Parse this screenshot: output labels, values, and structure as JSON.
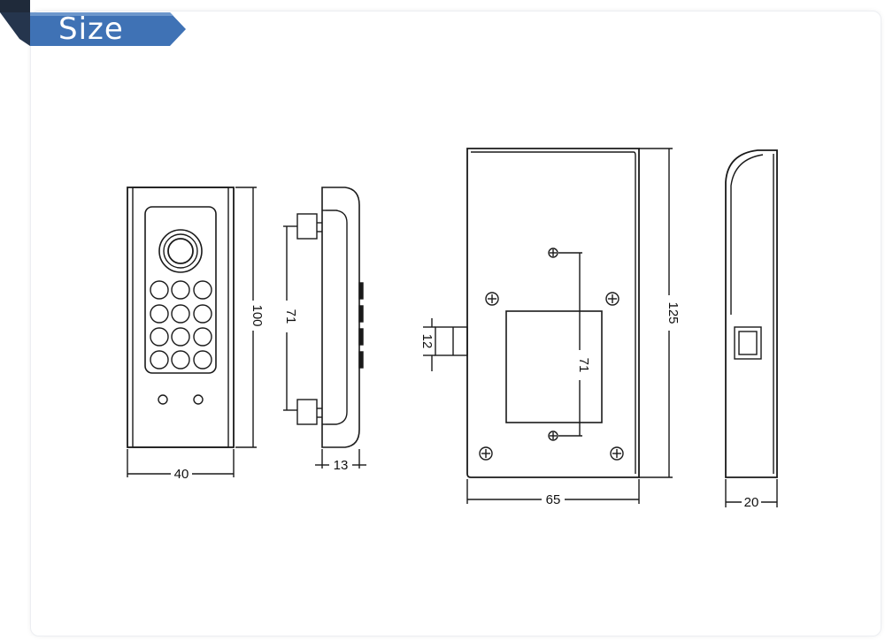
{
  "header": {
    "title": "Size"
  },
  "dimensions": {
    "front_width": "40",
    "front_height": "100",
    "side_spacing": "71",
    "side_depth": "13",
    "bolt_height": "12",
    "body_spacing": "71",
    "body_width": "65",
    "body_height": "125",
    "body_depth": "20"
  },
  "colors": {
    "banner": "#3f72b5",
    "banner_dark": "#1f2a3a",
    "line": "#1a1a1a"
  }
}
